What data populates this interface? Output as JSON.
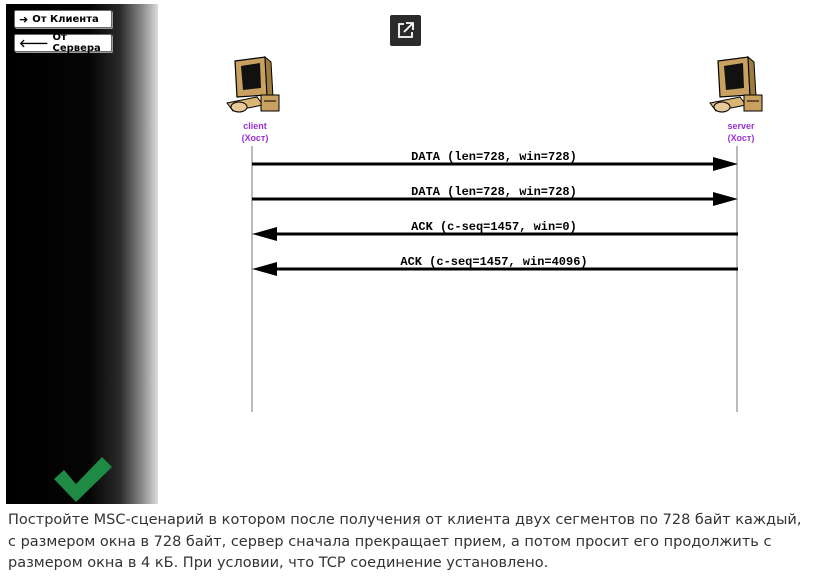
{
  "nav": {
    "from_client": {
      "label": "От Клиента",
      "arrow": "➜"
    },
    "from_server": {
      "label": "От Сервера",
      "arrow": "🡐"
    }
  },
  "toolbar": {
    "expand_icon": "external-link-icon"
  },
  "diagram": {
    "entities": [
      {
        "name": "client",
        "type": "(Хост)"
      },
      {
        "name": "server",
        "type": "(Хост)"
      }
    ],
    "messages": [
      {
        "label": "DATA (len=728, win=728)",
        "from": "client",
        "to": "server"
      },
      {
        "label": "DATA (len=728, win=728)",
        "from": "client",
        "to": "server"
      },
      {
        "label": "ACK (c-seq=1457, win=0)",
        "from": "server",
        "to": "client"
      },
      {
        "label": "ACK (c-seq=1457, win=4096)",
        "from": "server",
        "to": "client"
      }
    ]
  },
  "status": {
    "icon": "checkmark-icon",
    "color": "#1f8a43"
  },
  "colors": {
    "entity_label": "#9b30d9",
    "panel": "#000000"
  },
  "task": {
    "lines": [
      "Постройте MSC-сценарий в котором после получения от клиента двух сегментов по 728 байт каждый,",
      "с размером окна в 728 байт, сервер сначала прекращает прием, а потом просит его продолжить с",
      "размером окна в 4 кБ. При условии, что TCP соединение установлено."
    ]
  }
}
